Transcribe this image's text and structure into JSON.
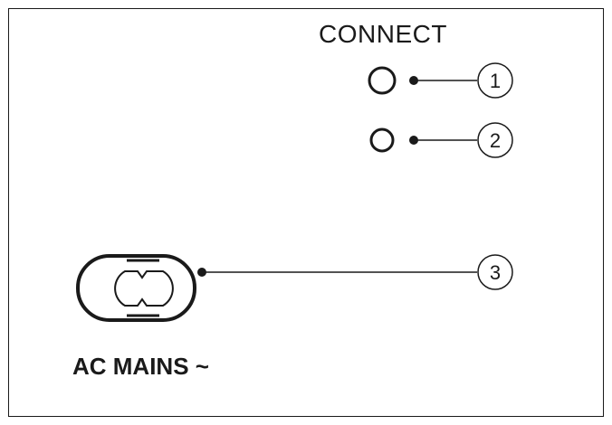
{
  "labels": {
    "connect": "CONNECT",
    "ac_mains": "AC MAINS ~"
  },
  "callouts": [
    {
      "number": "1",
      "target": "connect-indicator-1"
    },
    {
      "number": "2",
      "target": "connect-indicator-2"
    },
    {
      "number": "3",
      "target": "ac-mains-socket"
    }
  ],
  "colors": {
    "line": "#1a1a1a",
    "background": "#ffffff"
  }
}
